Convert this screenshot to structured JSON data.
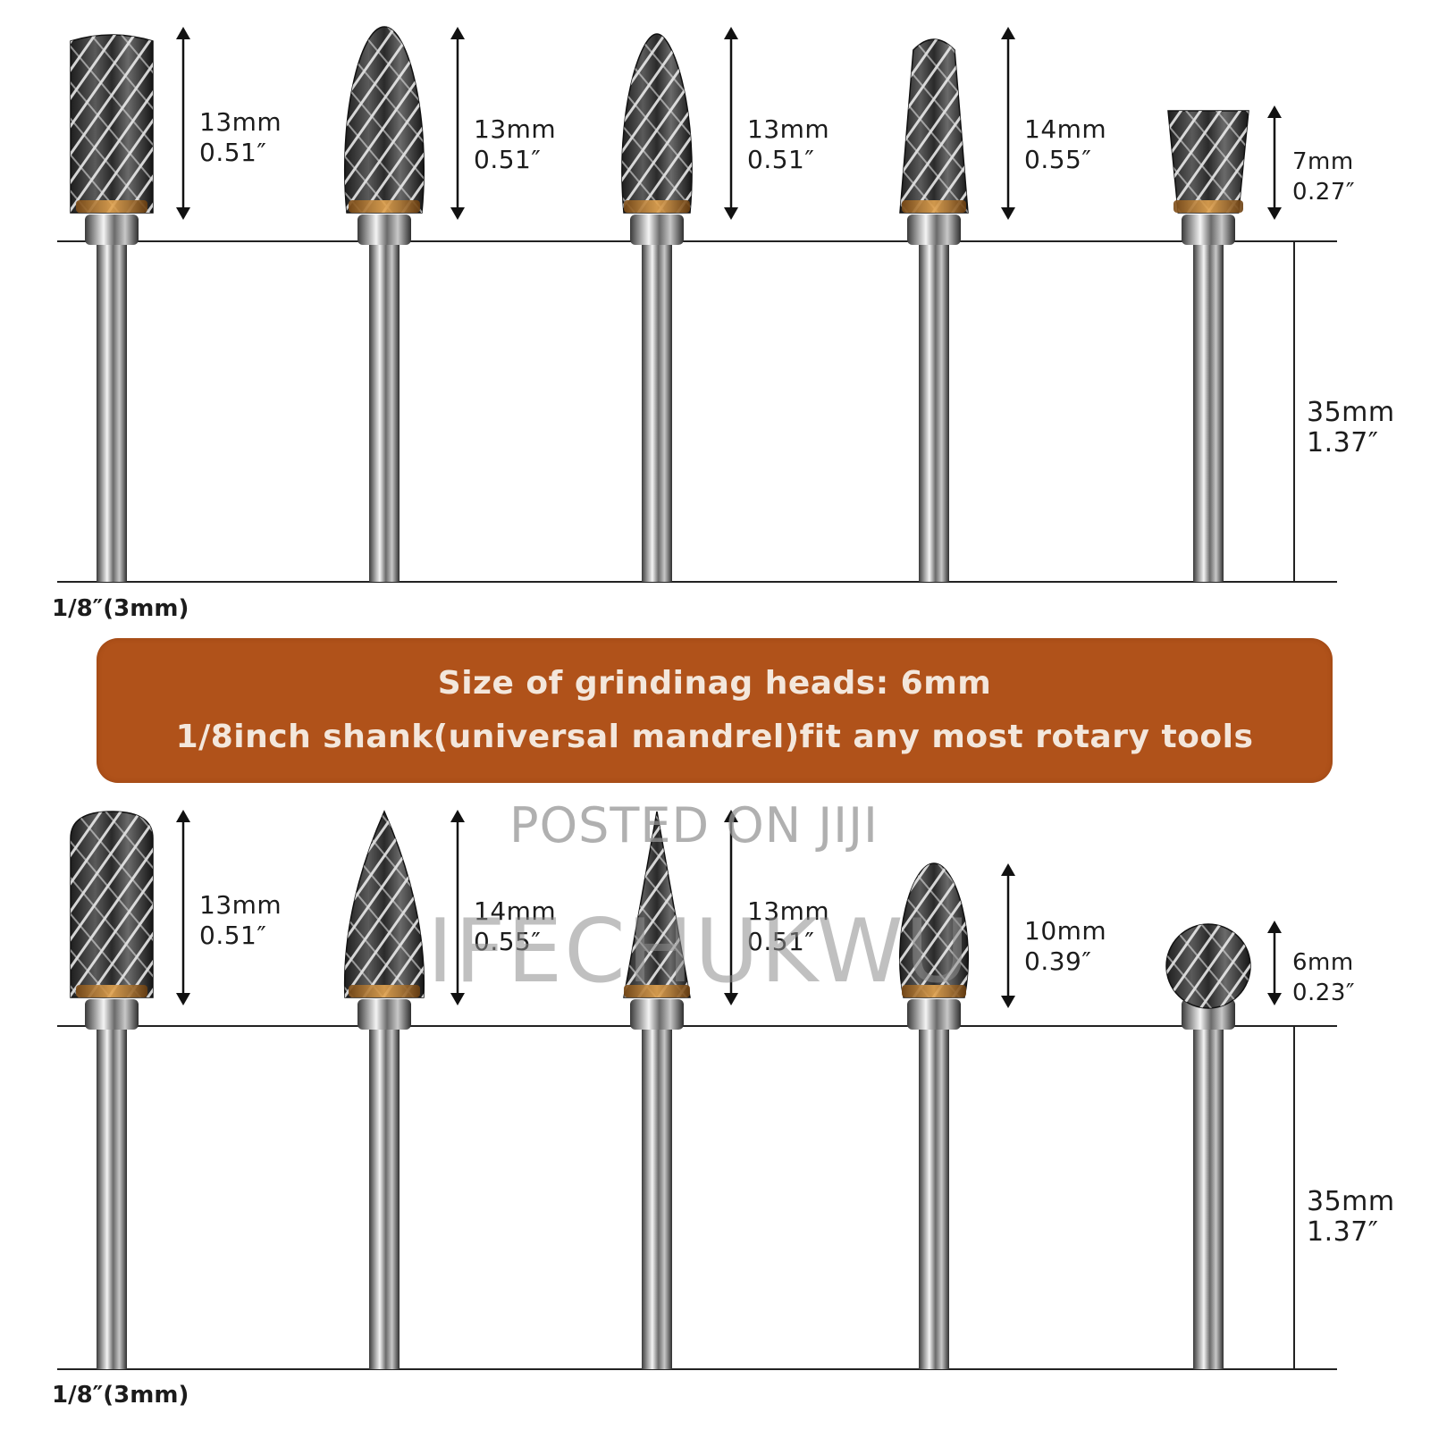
{
  "rows": [
    {
      "shank_label": "1/8″(3mm)",
      "shank_length": {
        "mm": "35mm",
        "inch": "1.37″"
      },
      "bits": [
        {
          "shape": "cylinder",
          "mm": "13mm",
          "inch": "0.51″"
        },
        {
          "shape": "oval",
          "mm": "13mm",
          "inch": "0.51″"
        },
        {
          "shape": "flame",
          "mm": "13mm",
          "inch": "0.51″"
        },
        {
          "shape": "cone-round",
          "mm": "14mm",
          "inch": "0.55″"
        },
        {
          "shape": "inverted-cone",
          "mm": "7mm",
          "inch": "0.27″"
        }
      ]
    },
    {
      "shank_label": "1/8″(3mm)",
      "shank_length": {
        "mm": "35mm",
        "inch": "1.37″"
      },
      "bits": [
        {
          "shape": "cylinder-round",
          "mm": "13mm",
          "inch": "0.51″"
        },
        {
          "shape": "tree-pointed",
          "mm": "14mm",
          "inch": "0.55″"
        },
        {
          "shape": "cone-pointed",
          "mm": "13mm",
          "inch": "0.51″"
        },
        {
          "shape": "egg",
          "mm": "10mm",
          "inch": "0.39″"
        },
        {
          "shape": "ball",
          "mm": "6mm",
          "inch": "0.23″"
        }
      ]
    }
  ],
  "banner": {
    "line1": "Size of grindinag heads: 6mm",
    "line2": "1/8inch shank(universal mandrel)fit any most rotary tools"
  },
  "watermark": {
    "posted": "POSTED ON JIJI",
    "seller": "IFECHUKWU"
  },
  "colors": {
    "banner": "#b0521a",
    "banner_text": "#f3e7dc",
    "metal_dark": "#2a2a2a",
    "metal_light": "#e8e8e8",
    "brass": "#c98a3a"
  }
}
